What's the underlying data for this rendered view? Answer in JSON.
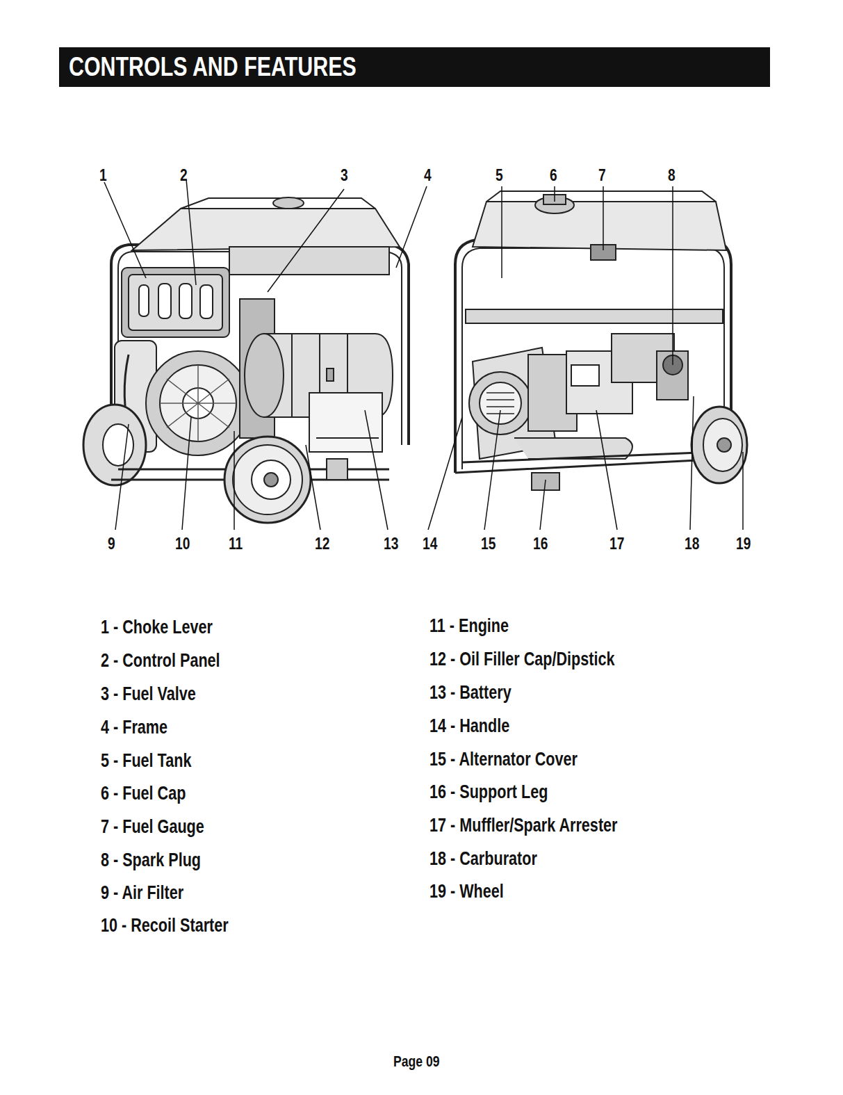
{
  "diagram": {
    "title": "CONTROLS AND FEATURES",
    "labels": [
      "1",
      "2",
      "3",
      "4",
      "5",
      "6",
      "7",
      "8",
      "9",
      "10",
      "11",
      "12",
      "13",
      "14",
      "15",
      "16",
      "17",
      "18",
      "19",
      "1 - Choke Lever",
      "2 - Control Panel",
      "3 - Fuel Valve",
      "4 - Frame",
      "5 - Fuel Tank",
      "6 - Fuel Cap",
      "7 - Fuel Gauge",
      "8 - Spark Plug",
      "9 - Air Filter",
      "10 - Recoil Starter",
      "11 - Engine",
      "12 - Oil Filler Cap/Dipstick",
      "13 - Battery",
      "14 - Handle",
      "15 - Alternator Cover",
      "16 - Support Leg",
      "17 - Muffler/Spark Arrester",
      "18 - Carburator",
      "19 - Wheel",
      "Page 09"
    ]
  }
}
